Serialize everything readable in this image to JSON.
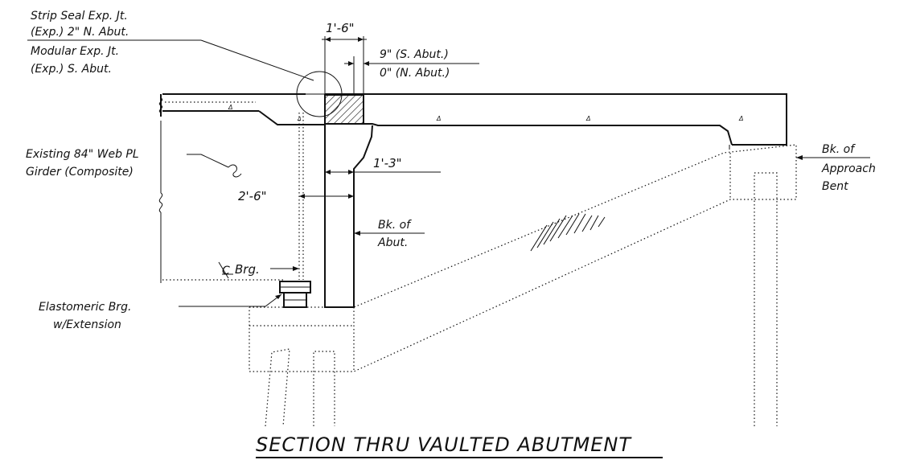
{
  "labels": {
    "strip_seal_1": "Strip Seal Exp. Jt.",
    "strip_seal_2": "(Exp.) 2\" N. Abut.",
    "modular_1": "Modular Exp. Jt.",
    "modular_2": "(Exp.) S. Abut.",
    "dim_top": "1'-6\"",
    "dim_s_abut": "9\" (S. Abut.)",
    "dim_n_abut": "0\" (N. Abut.)",
    "existing_1": "Existing 84\" Web PL",
    "existing_2": "Girder (Composite)",
    "dim_1_3": "1'-3\"",
    "dim_2_6": "2'-6\"",
    "bk_abut_1": "Bk. of",
    "bk_abut_2": "Abut.",
    "cl_brg": "Brg.",
    "bk_bent_1": "Bk. of",
    "bk_bent_2": "Approach",
    "bk_bent_3": "Bent",
    "elastomeric_1": "Elastomeric Brg.",
    "elastomeric_2": "w/Extension",
    "title": "SECTION THRU VAULTED ABUTMENT"
  }
}
